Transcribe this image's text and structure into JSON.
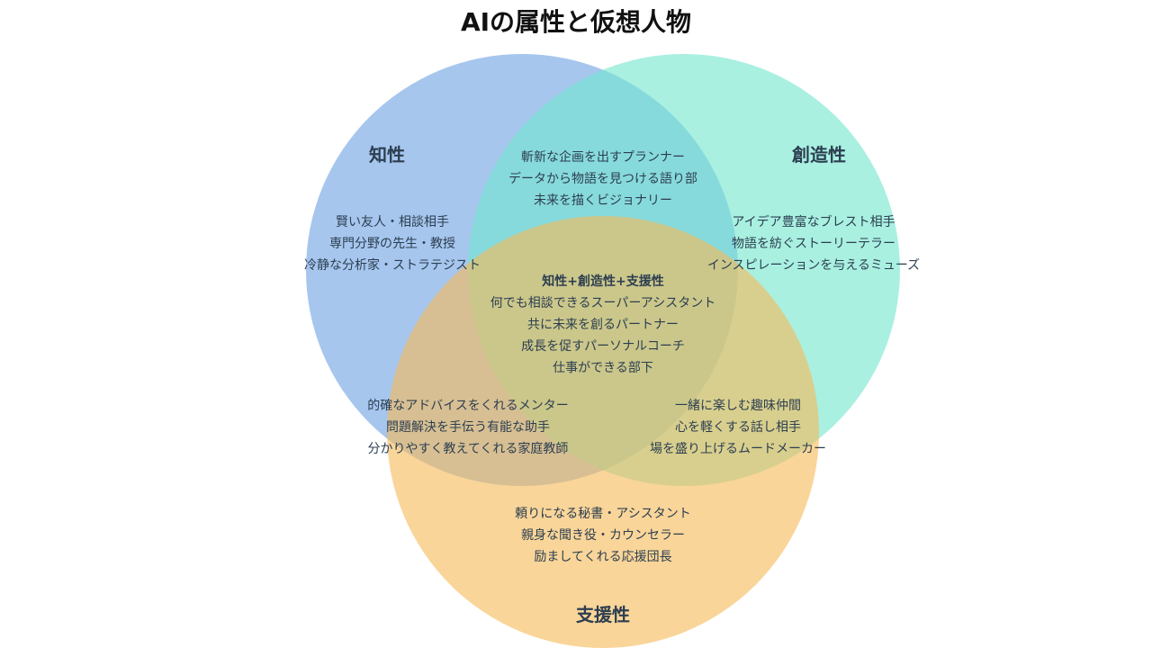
{
  "title": "AIの属性と仮想人物",
  "sets": [
    {
      "key": "intellect",
      "label": "知性",
      "color": "#6fa3e3"
    },
    {
      "key": "creativity",
      "label": "創造性",
      "color": "#74e7cf"
    },
    {
      "key": "support",
      "label": "支援性",
      "color": "#f5bb5a"
    }
  ],
  "regions": {
    "intellect_only": [
      "賢い友人・相談相手",
      "専門分野の先生・教授",
      "冷静な分析家・ストラテジスト"
    ],
    "creativity_only": [
      "アイデア豊富なブレスト相手",
      "物語を紡ぐストーリーテラー",
      "インスピレーションを与えるミューズ"
    ],
    "support_only": [
      "頼りになる秘書・アシスタント",
      "親身な聞き役・カウンセラー",
      "励ましてくれる応援団長"
    ],
    "intellect_creativity": [
      "斬新な企画を出すプランナー",
      "データから物語を見つける語り部",
      "未来を描くビジョナリー"
    ],
    "intellect_support": [
      "的確なアドバイスをくれるメンター",
      "問題解決を手伝う有能な助手",
      "分かりやすく教えてくれる家庭教師"
    ],
    "creativity_support": [
      "一緒に楽しむ趣味仲間",
      "心を軽くする話し相手",
      "場を盛り上げるムードメーカー"
    ],
    "all_three": {
      "heading": "知性+創造性+支援性",
      "items": [
        "何でも相談できるスーパーアシスタント",
        "共に未来を創るパートナー",
        "成長を促すパーソナルコーチ",
        "仕事ができる部下"
      ]
    }
  }
}
